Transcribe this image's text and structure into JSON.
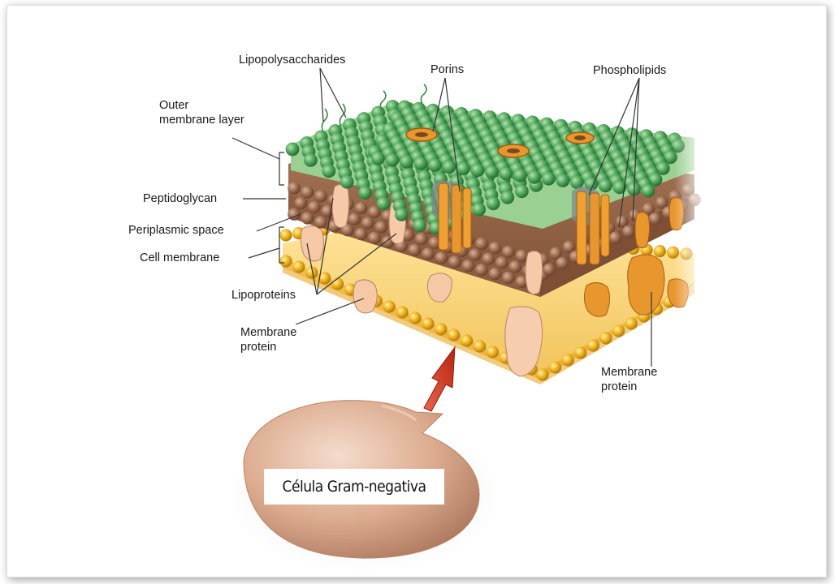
{
  "labels": {
    "lipopolysaccharides": "Lipopolysaccharides",
    "porins": "Porins",
    "phospholipids": "Phospholipids",
    "outer_membrane_1": "Outer",
    "outer_membrane_2": "membrane layer",
    "peptidoglycan": "Peptidoglycan",
    "periplasmic_space": "Periplasmic space",
    "cell_membrane": "Cell membrane",
    "lipoproteins": "Lipoproteins",
    "membrane_protein_left_1": "Membrane",
    "membrane_protein_left_2": "protein",
    "membrane_protein_right_1": "Membrane",
    "membrane_protein_right_2": "protein",
    "cell_caption": "Célula Gram-negativa"
  },
  "colors": {
    "outer_membrane": "#4fa85c",
    "peptidoglycan": "#9a6a4e",
    "cell_membrane": "#f0b31e",
    "protein": "#e8962e",
    "lipoprotein": "#f6caa8",
    "cell": "#d8a586",
    "arrow": "#d83a1c"
  }
}
